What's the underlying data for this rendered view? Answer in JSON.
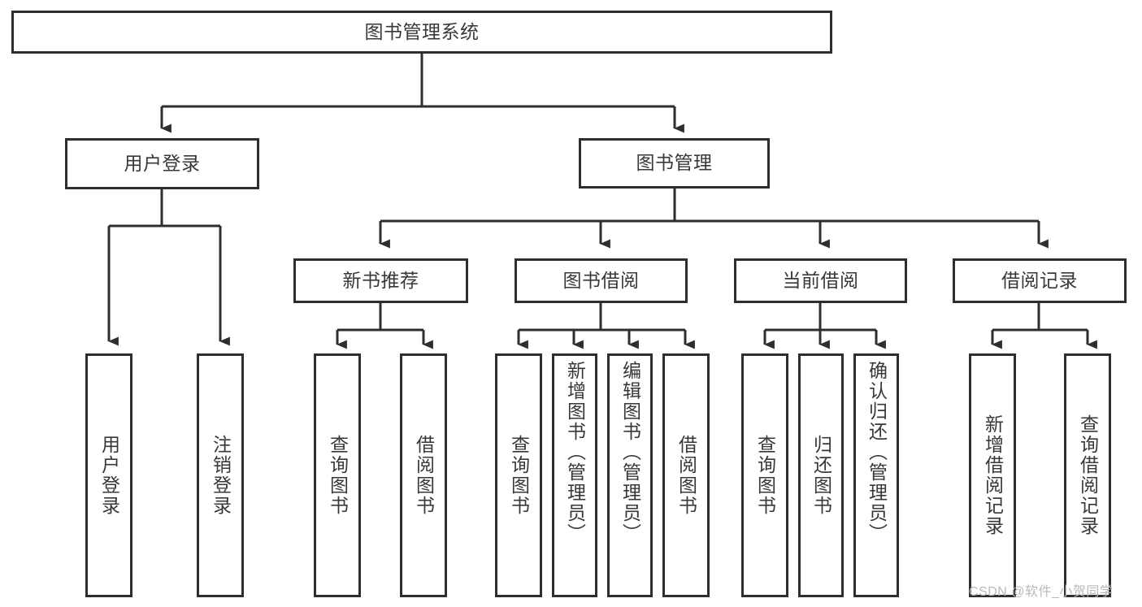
{
  "diagram": {
    "type": "hierarchy-tree",
    "title": "图书管理系统",
    "background_color": "#ffffff",
    "box_border_color": "#2e2e2e",
    "text_color": "#383838",
    "connector_color": "#2e2e2e",
    "root": {
      "label": "图书管理系统"
    },
    "level2": [
      {
        "label": "用户登录"
      },
      {
        "label": "图书管理"
      }
    ],
    "level3": [
      {
        "label": "新书推荐"
      },
      {
        "label": "图书借阅"
      },
      {
        "label": "当前借阅"
      },
      {
        "label": "借阅记录"
      }
    ],
    "leaves": {
      "user_login": [
        {
          "label": "用户登录"
        },
        {
          "label": "注销登录"
        }
      ],
      "new_book_recommend": [
        {
          "label": "查询图书"
        },
        {
          "label": "借阅图书"
        }
      ],
      "book_borrow": [
        {
          "label": "查询图书"
        },
        {
          "label": "新增图书（管理员）"
        },
        {
          "label": "编辑图书（管理员）"
        },
        {
          "label": "借阅图书"
        }
      ],
      "current_borrow": [
        {
          "label": "查询图书"
        },
        {
          "label": "归还图书"
        },
        {
          "label": "确认归还（管理员）"
        }
      ],
      "borrow_record": [
        {
          "label": "新增借阅记录"
        },
        {
          "label": "查询借阅记录"
        }
      ]
    }
  },
  "watermark": {
    "text": "CSDN @软件_小贺同学"
  }
}
